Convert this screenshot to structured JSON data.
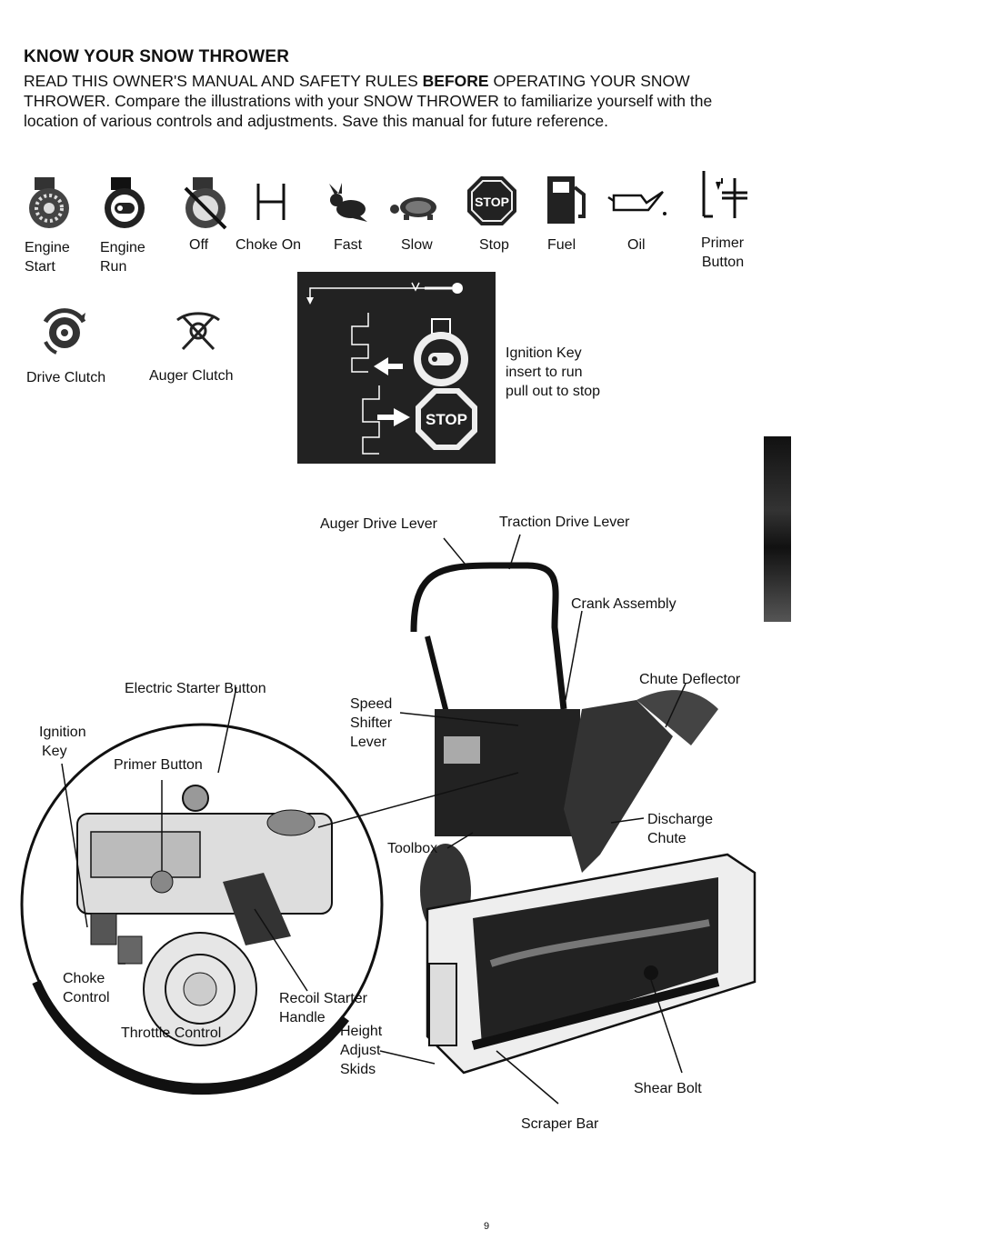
{
  "heading": "KNOW YOUR SNOW THROWER",
  "intro": {
    "part1": "READ THIS OWNER'S MANUAL AND SAFETY RULES ",
    "bold": "BEFORE",
    "part2": " OPERATING YOUR SNOW THROWER. Compare the illustrations with your SNOW THROWER  to familiarize yourself with the location of various controls and adjustments. Save this manual for future reference."
  },
  "symbols": [
    {
      "label": "Engine\nStart",
      "icon": "engine-start-icon"
    },
    {
      "label": "Engine\nRun",
      "icon": "engine-run-icon"
    },
    {
      "label": "Off",
      "icon": "engine-off-icon"
    },
    {
      "label": "Choke On",
      "icon": "choke-icon"
    },
    {
      "label": "Fast",
      "icon": "rabbit-icon"
    },
    {
      "label": "Slow",
      "icon": "turtle-icon"
    },
    {
      "label": "Stop",
      "icon": "stop-sign-icon"
    },
    {
      "label": "Fuel",
      "icon": "fuel-pump-icon"
    },
    {
      "label": "Oil",
      "icon": "oil-can-icon"
    },
    {
      "label": "Primer\nButton",
      "icon": "primer-icon"
    }
  ],
  "clutch_symbols": [
    {
      "label": "Drive Clutch",
      "icon": "drive-clutch-icon"
    },
    {
      "label": "Auger Clutch",
      "icon": "auger-clutch-icon"
    }
  ],
  "ignition_panel": {
    "stop_text": "STOP",
    "caption": [
      "Ignition Key",
      "insert to run",
      "pull out to stop"
    ]
  },
  "callouts": {
    "auger_drive_lever": "Auger Drive Lever",
    "traction_drive_lever": "Traction Drive Lever",
    "crank_assembly": "Crank Assembly",
    "chute_deflector": "Chute Deflector",
    "electric_starter_button": "Electric Starter Button",
    "speed_shifter_lever": [
      "Speed",
      "Shifter",
      "Lever"
    ],
    "ignition_key": [
      "Ignition",
      "Key"
    ],
    "primer_button": "Primer Button",
    "discharge_chute": [
      "Discharge",
      "Chute"
    ],
    "toolbox": "Toolbox",
    "choke_control": [
      "Choke",
      "Control"
    ],
    "recoil_starter_handle": [
      "Recoil Starter",
      "Handle"
    ],
    "throttle_control": "Throttle Control",
    "height_adjust_skids": [
      "Height",
      "Adjust",
      "Skids"
    ],
    "shear_bolt": "Shear Bolt",
    "scraper_bar": "Scraper Bar"
  },
  "page_number": "9"
}
